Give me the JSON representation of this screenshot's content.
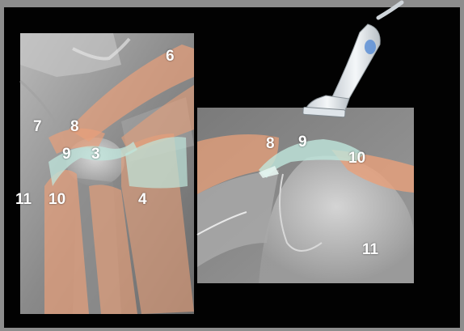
{
  "labels": {
    "left_panel": {
      "l6": "6",
      "l7": "7",
      "l8": "8",
      "l9": "9",
      "l3": "3",
      "l11": "11",
      "l10": "10",
      "l4": "4"
    },
    "right_panel": {
      "r8": "8",
      "r9": "9",
      "r10": "10",
      "r11": "11"
    }
  },
  "colors": {
    "background": "#8d8d8d",
    "frame": "#020202",
    "muscle": "#e8a07a",
    "tendon": "#bfe6dc",
    "bone": "#c9c9c9",
    "probe": "#e9eef2",
    "probe_accent": "#5d8fd6"
  },
  "icons": {
    "probe": "ultrasound-probe-icon"
  }
}
